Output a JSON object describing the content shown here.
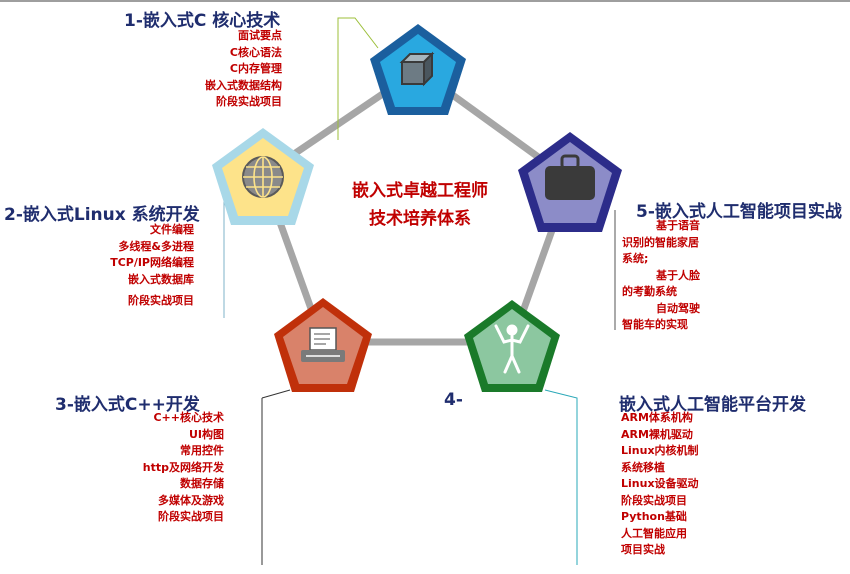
{
  "center": {
    "line1": "嵌入式卓越工程师",
    "line2": "技术培养体系"
  },
  "module1": {
    "title": "1-嵌入式C 核心技术",
    "items": [
      "面试要点",
      "C核心语法",
      "C内存管理",
      "嵌入式数据结构",
      "阶段实战项目"
    ]
  },
  "module2": {
    "title": "2-嵌入式Linux 系统开发",
    "items": [
      "文件编程",
      "多线程&多进程",
      "TCP/IP网络编程",
      "嵌入式数据库",
      "阶段实战项目"
    ]
  },
  "module3": {
    "title": "3-嵌入式C++开发",
    "items": [
      "C++核心技术",
      "UI构图",
      "常用控件",
      "http及网络开发",
      "数据存储",
      "多媒体及游戏",
      "阶段实战项目"
    ]
  },
  "module4": {
    "number": "4-",
    "title": "嵌入式人工智能平台开发",
    "items": [
      "ARM体系机构",
      "ARM裸机驱动",
      "Linux内核机制",
      "系统移植",
      "Linux设备驱动",
      "阶段实战项目",
      "Python基础",
      "人工智能应用",
      "项目实战"
    ]
  },
  "module5": {
    "title": "5-嵌入式人工智能项目实战",
    "items": [
      "基于语音",
      "识别的智能家居",
      "系统;",
      "基于人脸",
      "的考勤系统",
      "自动驾驶",
      "智能车的实现"
    ]
  },
  "icons": {
    "node1": "cube-icon",
    "node2": "globe-icon",
    "node3": "printer-icon",
    "node4": "person-icon",
    "node5": "briefcase-icon"
  },
  "colors": {
    "node1_fill": "#29a8e0",
    "node1_border": "#1b5f9e",
    "node2_fill": "#fde38a",
    "node2_border": "#a8d8e8",
    "node3_fill": "#d9826a",
    "node3_border": "#c0300a",
    "node4_fill": "#8cc7a0",
    "node4_border": "#1a7a2a",
    "node5_fill": "#8c8cc8",
    "node5_border": "#2c2c8a",
    "title": "#1f2d6e",
    "items": "#c00000",
    "ring": "#a6a6a6"
  }
}
